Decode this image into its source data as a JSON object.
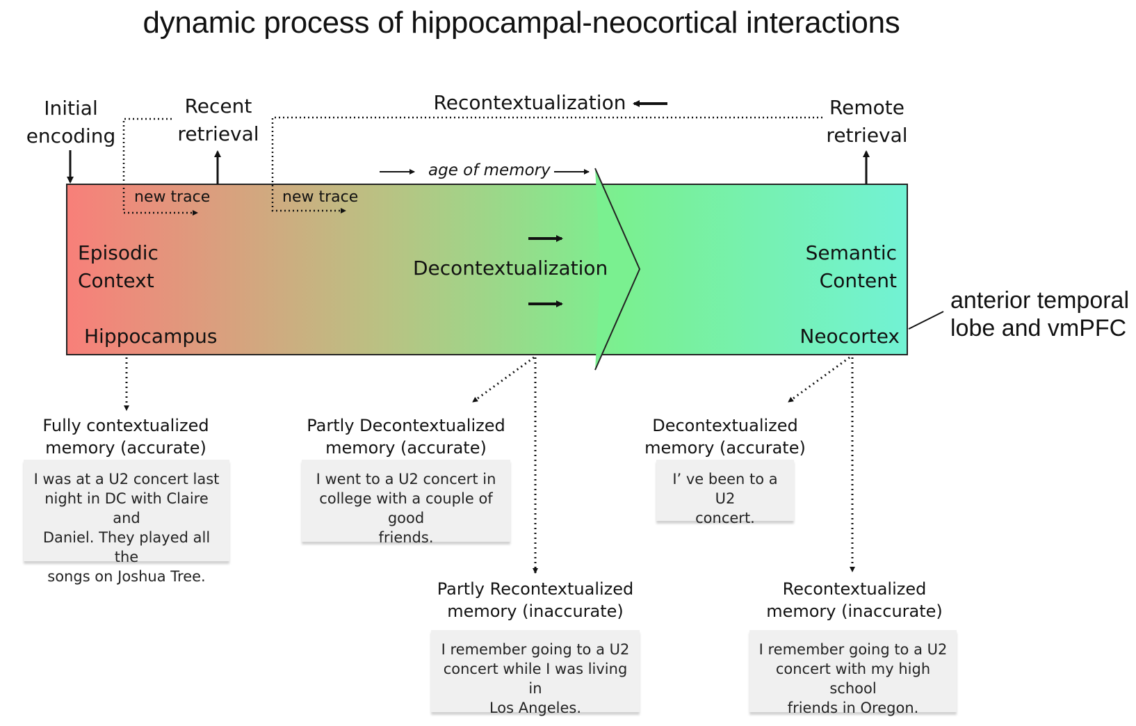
{
  "title": "dynamic process of hippocampal-neocortical interactions",
  "top_labels": {
    "initial_encoding": [
      "Initial",
      "encoding"
    ],
    "recent_retrieval": [
      "Recent",
      "retrieval"
    ],
    "recontextualization": "Recontextualization",
    "remote_retrieval": [
      "Remote",
      "retrieval"
    ],
    "age_of_memory": "age of memory"
  },
  "band": {
    "new_trace_1": "new trace",
    "new_trace_2": "new trace",
    "episodic_context": [
      "Episodic",
      "Context"
    ],
    "hippocampus": "Hippocampus",
    "decontextualization": "Decontextualization",
    "semantic_content": [
      "Semantic",
      "Content"
    ],
    "neocortex": "Neocortex",
    "gradient_start": "#f87f79",
    "gradient_end": "#72f2d4"
  },
  "side_label": [
    "anterior temporal",
    "lobe and vmPFC"
  ],
  "outcomes": [
    {
      "caption": [
        "Fully contextualized",
        "memory (accurate)"
      ],
      "example": [
        "I was at a U2 concert last",
        "night in DC with Claire and",
        "Daniel. They played all the",
        "songs on Joshua Tree."
      ]
    },
    {
      "caption": [
        "Partly Decontextualized",
        "memory (accurate)"
      ],
      "example": [
        "I went to a U2 concert in",
        "college with a couple of good",
        "friends."
      ]
    },
    {
      "caption": [
        "Decontextualized",
        "memory (accurate)"
      ],
      "example": [
        "I’ ve been to a U2",
        "concert."
      ]
    },
    {
      "caption": [
        "Partly Recontextualized",
        "memory (inaccurate)"
      ],
      "example": [
        "I remember going to a U2",
        "concert while I was living in",
        "Los Angeles."
      ]
    },
    {
      "caption": [
        "Recontextualized",
        "memory (inaccurate)"
      ],
      "example": [
        "I remember going to a U2",
        "concert with my high school",
        "friends in Oregon."
      ]
    }
  ]
}
